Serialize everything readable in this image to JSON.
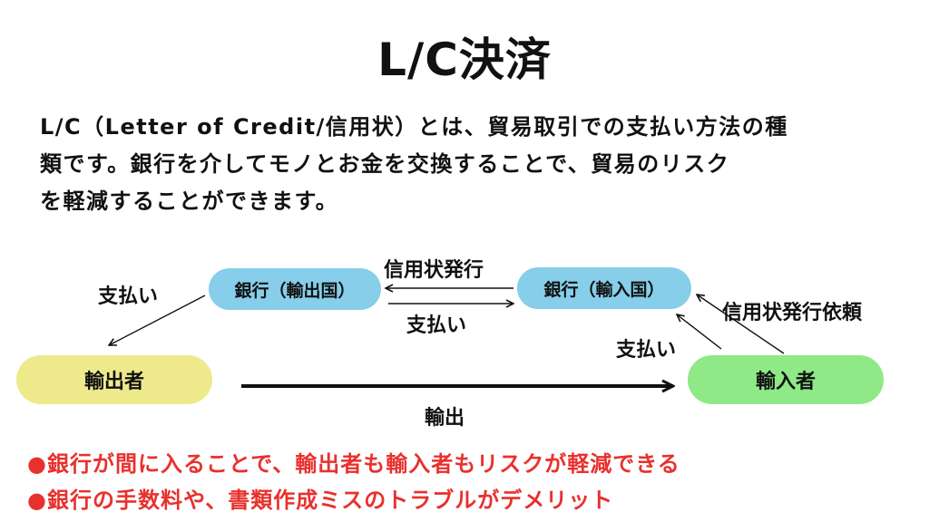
{
  "title": "L/C決済",
  "intro": {
    "line1": "L/C（Letter of Credit/信用状）とは、貿易取引での支払い方法の種",
    "line2": "類です。銀行を介してモノとお金を交換することで、貿易のリスク",
    "line3": "を軽減することができます。"
  },
  "diagram": {
    "bank_export": "銀行（輸出国）",
    "bank_import": "銀行（輸入国）",
    "exporter": "輸出者",
    "importer": "輸入者",
    "lc_issue": "信用状発行",
    "payment_banks": "支払い",
    "payment_to_exporter": "支払い",
    "payment_from_importer": "支払い",
    "lc_request": "信用状発行依頼",
    "export": "輸出"
  },
  "notes": [
    "●銀行が間に入ることで、輸出者も輸入者もリスクが軽減できる",
    "●銀行の手数料や、書類作成ミスのトラブルがデメリット"
  ],
  "colors": {
    "bank_fill": "#86ceea",
    "exporter_fill": "#eeea8c",
    "importer_fill": "#8ee986",
    "note_text": "#e8312d"
  }
}
